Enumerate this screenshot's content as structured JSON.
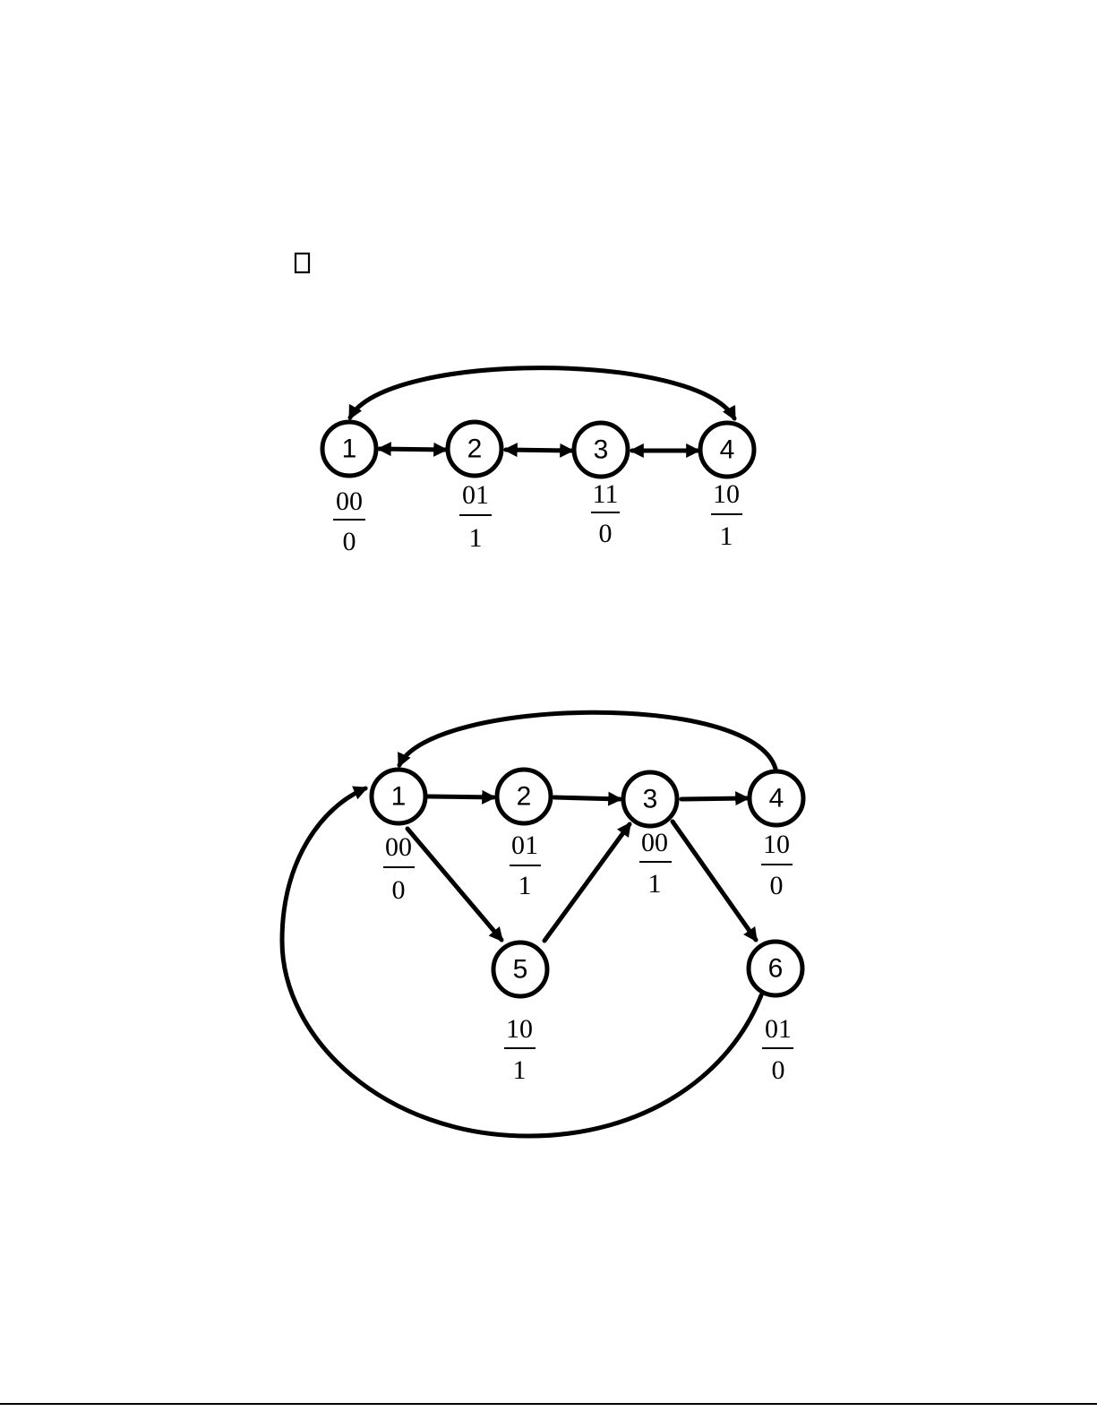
{
  "diagram_a": {
    "nodes": [
      {
        "id": "1",
        "label": "1",
        "code": "00",
        "output": "0"
      },
      {
        "id": "2",
        "label": "2",
        "code": "01",
        "output": "1"
      },
      {
        "id": "3",
        "label": "3",
        "code": "11",
        "output": "0"
      },
      {
        "id": "4",
        "label": "4",
        "code": "10",
        "output": "1"
      }
    ],
    "edges": [
      {
        "from": "1",
        "to": "2",
        "direction": "both"
      },
      {
        "from": "2",
        "to": "3",
        "direction": "both"
      },
      {
        "from": "3",
        "to": "4",
        "direction": "both"
      },
      {
        "from": "1",
        "to": "4",
        "direction": "both"
      }
    ]
  },
  "diagram_b": {
    "nodes": [
      {
        "id": "1",
        "label": "1",
        "code": "00",
        "output": "0"
      },
      {
        "id": "2",
        "label": "2",
        "code": "01",
        "output": "1"
      },
      {
        "id": "3",
        "label": "3",
        "code": "00",
        "output": "1"
      },
      {
        "id": "4",
        "label": "4",
        "code": "10",
        "output": "0"
      },
      {
        "id": "5",
        "label": "5",
        "code": "10",
        "output": "1"
      },
      {
        "id": "6",
        "label": "6",
        "code": "01",
        "output": "0"
      }
    ],
    "edges": [
      {
        "from": "1",
        "to": "2",
        "direction": "forward"
      },
      {
        "from": "2",
        "to": "3",
        "direction": "forward"
      },
      {
        "from": "3",
        "to": "4",
        "direction": "forward"
      },
      {
        "from": "4",
        "to": "1",
        "direction": "forward"
      },
      {
        "from": "1",
        "to": "5",
        "direction": "forward"
      },
      {
        "from": "5",
        "to": "3",
        "direction": "forward"
      },
      {
        "from": "3",
        "to": "6",
        "direction": "forward"
      },
      {
        "from": "6",
        "to": "1",
        "direction": "forward"
      }
    ]
  }
}
